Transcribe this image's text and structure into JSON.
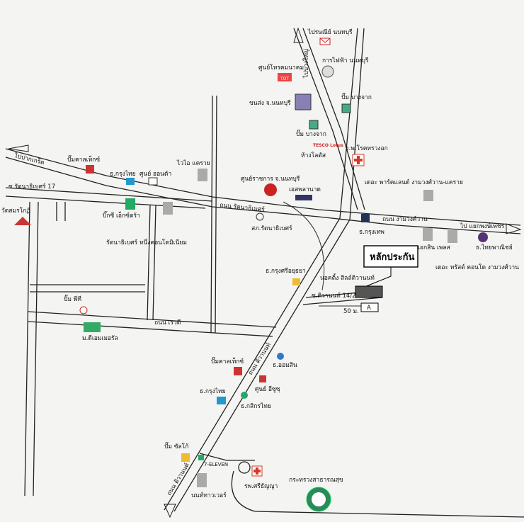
{
  "roads": {
    "to_pak_kret": "ไปปากเกร็ด",
    "to_bang_yai": "ไปบางใหญ่",
    "to_khae_rai_junction": "ไป แยกพงษ์เพชร",
    "ratanathibet": "ถนน รัตนาธิเบศร์",
    "ngamwongwan": "ถนน งามวงศ์วาน",
    "rewadi": "ถนน เรวดี",
    "tiwanon": "ถนน ติวานนท์",
    "tiwanon_lower": "ถนน ติวานนท์",
    "soi_tiwanon_14_2": "ซ.ติวานนท์ 14/2",
    "soi_ratanathibet_17": "ซ.รัตนาธิเบศร์ 17",
    "distance": "50 ม."
  },
  "landmarks": {
    "post_office": "ไปรษณีย์ นนทบุรี",
    "electricity": "การไฟฟ้า นนทบุรี",
    "tot": "ศูนย์โทรคมนาคม",
    "transport": "ขนส่ง จ.นนทบุรี",
    "ptt_bang_krasor": "ปั๊ม บางจาก",
    "bangchak_2": "ปั๊ม บางจาก",
    "tesco": "ห้างโลตัส",
    "tesco_logo": "TESCO Lotus",
    "chest_hospital": "ร.พ.โรคทรวงอก",
    "the_parkland": "เดอะ พาร์คแลนด์ งามวงศ์วาน-แคราย",
    "caltex_1": "ปั๊มคาลเท็กซ์",
    "ktb_1": "ธ.กรุงไทย",
    "honda": "ศูนย์ ฮอนด้า",
    "wiwai": "ไวไอ แคราย",
    "gov_center": "ศูนย์ราชการ จ.นนทบุรี",
    "esplanade": "เอสพลานาด",
    "bigc": "บิ๊กซี เอ็กซ์ตร้า",
    "ratanathibet_condo": "รัตนาธิเบศร์ หนึ่งคอนโดมิเนียม",
    "police": "สภ.รัตนาธิเบศร์",
    "bbl": "ธ.กรุงเทพ",
    "ekachai": "เอกสิน เพลส",
    "scb": "ธ.ไทยพาณิชย์",
    "trust_condo": "เดอะ ทรัสต์ คอนโด งามวงศ์วาน",
    "target": "หลักประกัน",
    "bay": "ธ.กรุงศรีอยุธยา",
    "nonthaburi_sport": "นอคติ้ง สิลล์ติวานนท์",
    "marker_a": "A",
    "wat_sommanat": "วัดสมรโกฏิ",
    "ptt_pt": "ปั๊ม พีที",
    "diamond": "ม.ดีเอมเมอรัล",
    "caltex_2": "ปั๊มคาลเท็กซ์",
    "gsb": "ธ.ออมสิน",
    "ktb_2": "ธ.กรุงไทย",
    "isuzu": "ศูนย์ อีซูซุ",
    "kbank": "ธ.กสิกรไทย",
    "shell": "ปั๊ม ซัลโก้",
    "seven": "7-ELEVEN",
    "tower": "นนท์ทาวเวอร์",
    "sriya_hospital": "รพ.ศรีธัญญา",
    "ministry_health": "กระทรวงสาธารณสุข"
  },
  "colors": {
    "background": "#f4f4f2",
    "road": "#222222",
    "hospital_cross": "#d23a2a",
    "target_box": "#000000"
  },
  "icons": [
    "mail-icon",
    "electricity-seal-icon",
    "tot-logo-icon",
    "transport-seal-icon",
    "bangchak-icon",
    "hospital-cross-icon",
    "caltex-icon",
    "ktb-icon",
    "honda-icon",
    "building-icon",
    "garuda-icon",
    "bigc-icon",
    "police-icon",
    "bbl-icon",
    "scb-icon",
    "bay-icon",
    "temple-icon",
    "pt-icon",
    "gsb-icon",
    "isuzu-icon",
    "kbank-icon",
    "shell-icon",
    "seven-icon",
    "ministry-seal-icon"
  ]
}
